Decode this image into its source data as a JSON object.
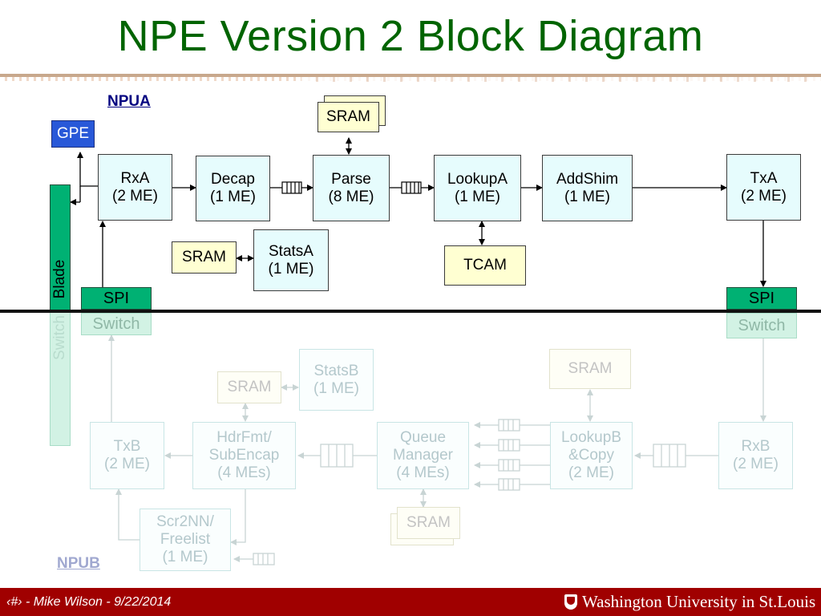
{
  "title": "NPE Version 2 Block Diagram",
  "labels": {
    "npua": "NPUA",
    "npub": "NPUB"
  },
  "npua": {
    "gpe": "GPE",
    "blade": "Blade",
    "rxa": "RxA\n(2 ME)",
    "decap": "Decap\n(1 ME)",
    "parse": "Parse\n(8 ME)",
    "lookupa": "LookupA\n(1 ME)",
    "addshim": "AddShim\n(1 ME)",
    "txa": "TxA\n(2 ME)",
    "sram_top": "SRAM",
    "sram_stats": "SRAM",
    "statsa": "StatsA\n(1 ME)",
    "tcam": "TCAM",
    "spi_left": "SPI",
    "spi_right": "SPI"
  },
  "npub": {
    "switch_vertical": "Switch",
    "switch_left": "Switch",
    "switch_right": "Switch",
    "sram_hdr": "SRAM",
    "statsb": "StatsB\n(1 ME)",
    "sram_lookupb": "SRAM",
    "txb": "TxB\n(2 ME)",
    "hdrfmt": "HdrFmt/\nSubEncap\n(4 MEs)",
    "queue_manager": "Queue\nManager\n(4 MEs)",
    "lookupb": "LookupB\n&Copy\n(2 ME)",
    "rxb": "RxB\n(2 ME)",
    "sram_qm": "SRAM",
    "scr2nn": "Scr2NN/\nFreelist\n(1 ME)"
  },
  "footer": {
    "left": "‹#› - Mike Wilson - 9/22/2014",
    "logo": "Washington University in St.Louis"
  },
  "colors": {
    "title": "#006400",
    "component_fill": "#e6fcfd",
    "memory_fill": "#ffffd2",
    "spi_fill": "#00b173",
    "gpe_fill": "#2858d8",
    "footer_bar": "#a00000"
  }
}
